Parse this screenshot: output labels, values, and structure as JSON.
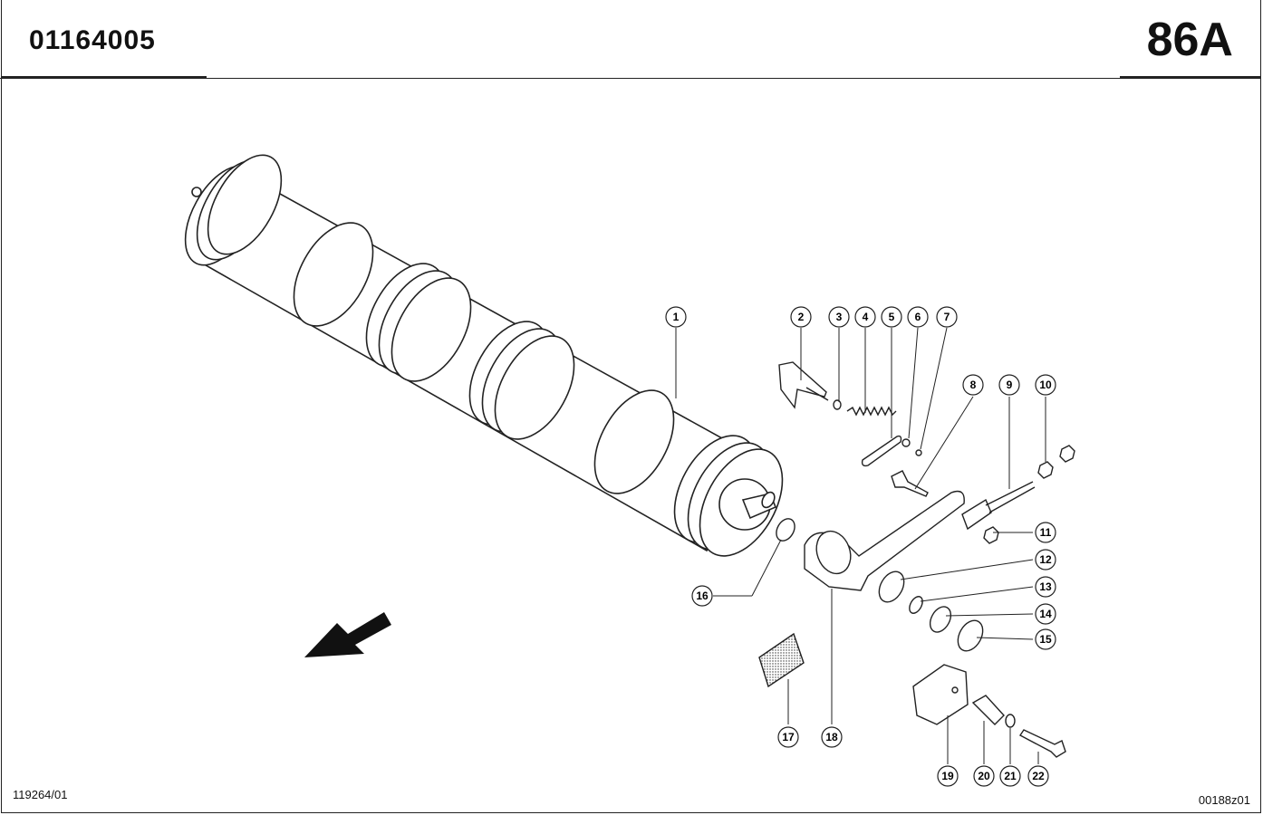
{
  "header": {
    "part_code": "01164005",
    "sheet_number": "86A"
  },
  "footer": {
    "left_ref": "119264/01",
    "right_ref": "00188z01"
  },
  "callouts": [
    "1",
    "2",
    "3",
    "4",
    "5",
    "6",
    "7",
    "8",
    "9",
    "10",
    "11",
    "12",
    "13",
    "14",
    "15",
    "16",
    "17",
    "18",
    "19",
    "20",
    "21",
    "22"
  ],
  "icons": {
    "direction_arrow": "arrow-left-down-icon"
  }
}
